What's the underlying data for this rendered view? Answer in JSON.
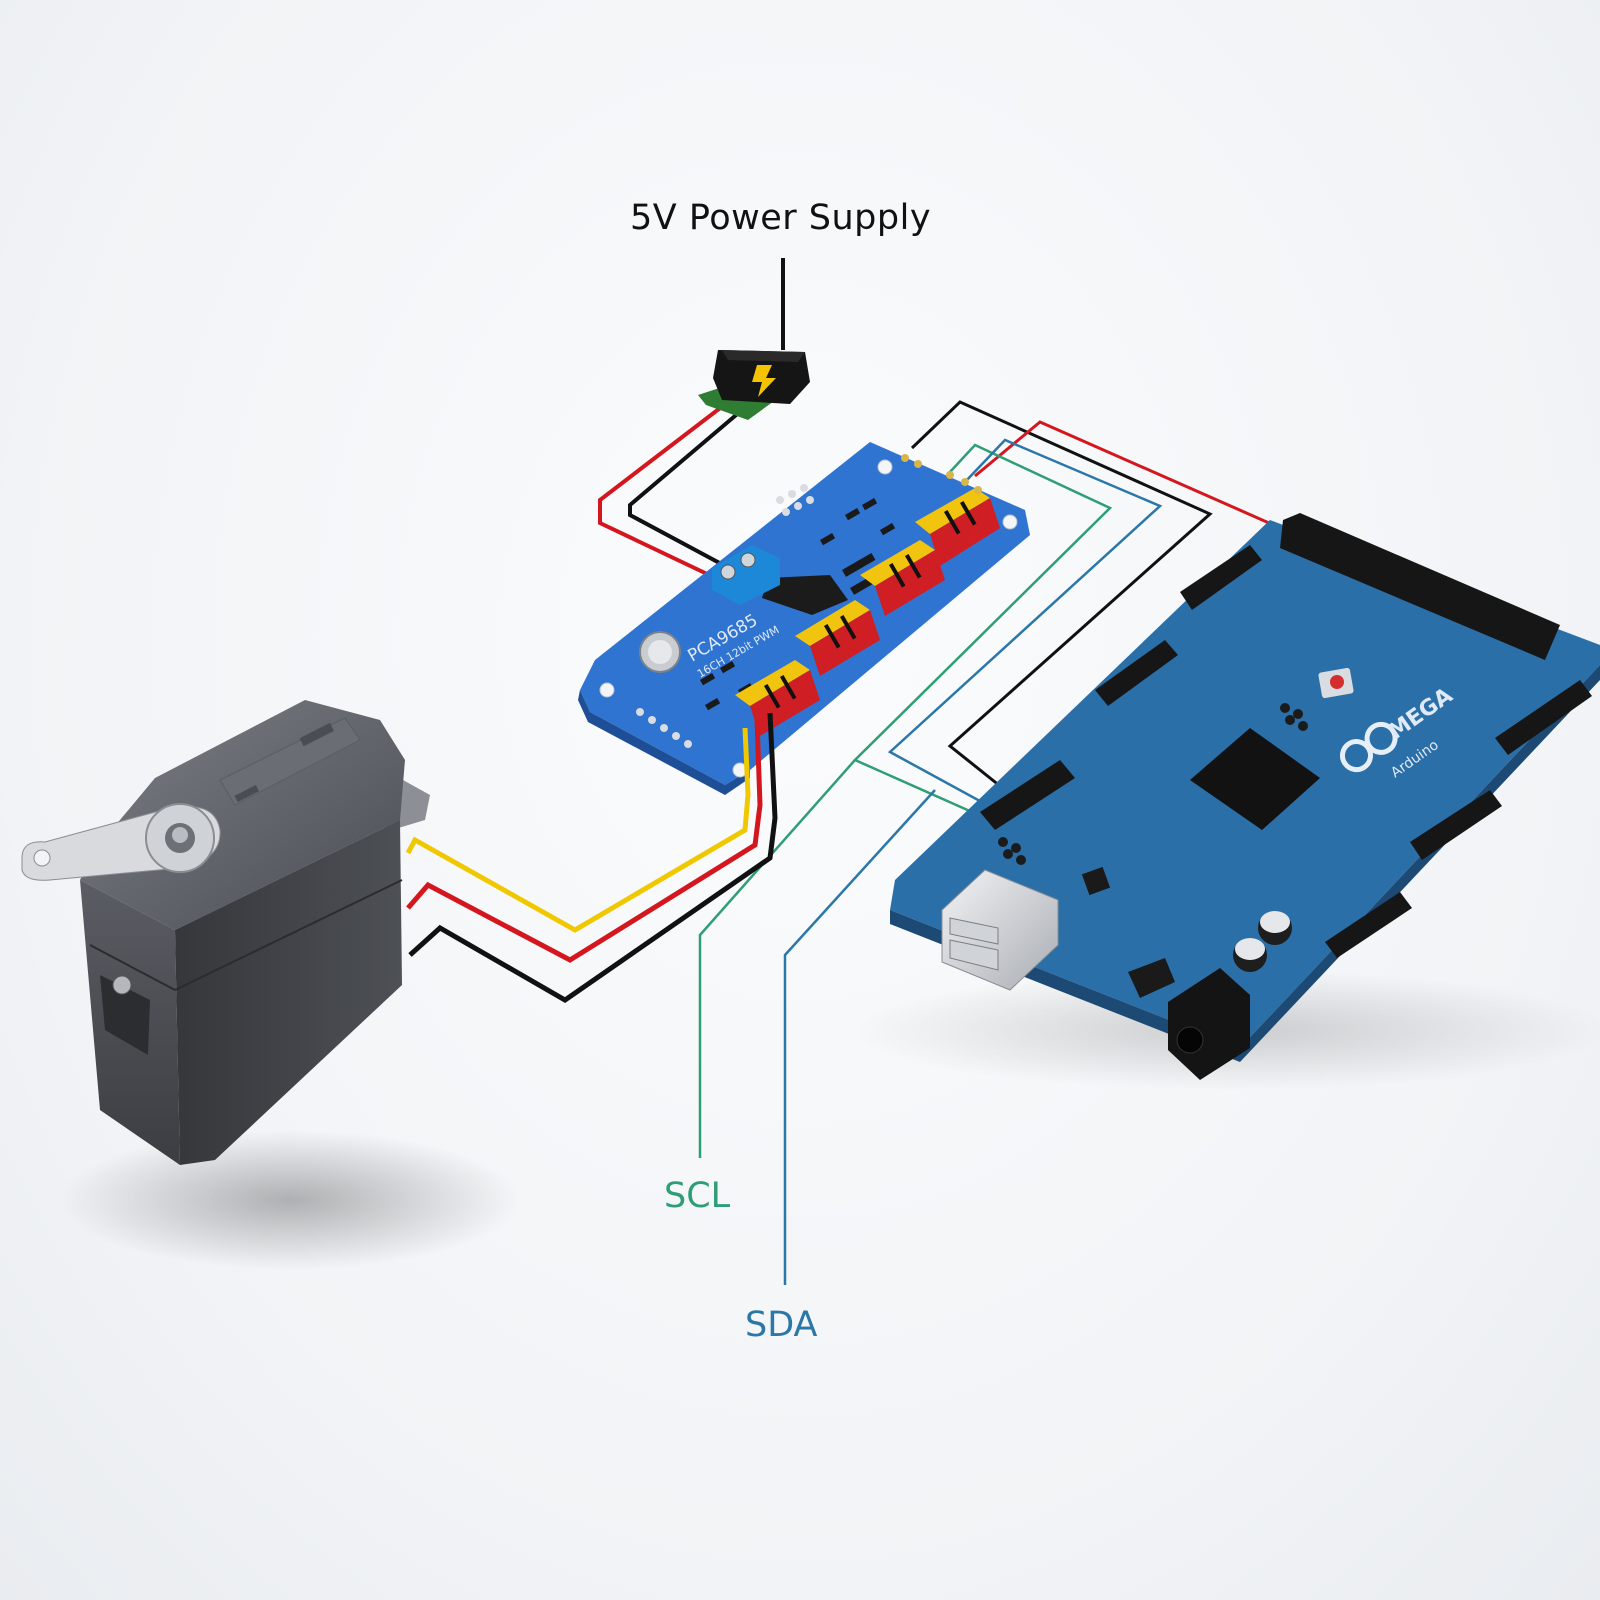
{
  "labels": {
    "power_supply": "5V Power Supply",
    "scl": "SCL",
    "sda": "SDA"
  },
  "pca_board": {
    "chip_marking": "PCA9685",
    "subtitle": "16CH 12bit PWM"
  },
  "mega_board": {
    "brand": "Arduino",
    "model": "MEGA"
  },
  "colors": {
    "wire_red": "#d4171f",
    "wire_black": "#111111",
    "wire_yellow": "#f0c800",
    "wire_scl": "#2f9e74",
    "wire_sda": "#2a77a8",
    "pcb_blue_pca": "#2f74d0",
    "pcb_blue_mega": "#2b6fa8"
  }
}
